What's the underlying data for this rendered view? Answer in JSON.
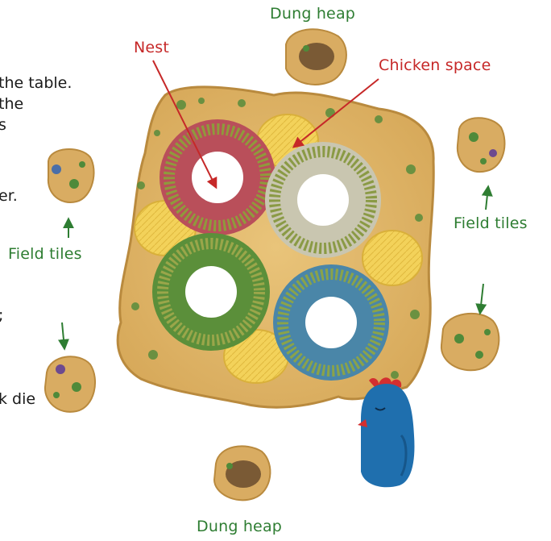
{
  "labels": {
    "dung_heap_top": "Dung heap",
    "nest": "Nest",
    "chicken_space": "Chicken space",
    "field_tiles_left": "Field tiles",
    "field_tiles_right": "Field tiles",
    "dung_heap_bottom": "Dung heap"
  },
  "left_text_fragments": [
    "the table.",
    "the",
    "s",
    "er.",
    ";",
    "k die"
  ],
  "colors": {
    "board": "#e2b867",
    "board_edge": "#b98a3e",
    "hay_space": "#f3d25a",
    "nest_red": "#b94f5a",
    "nest_white": "#c9c6b0",
    "nest_green": "#5b8f3a",
    "nest_blue": "#4a86a8",
    "label_green": "#2e7d32",
    "label_red": "#c62828",
    "chicken_body": "#1f6fae",
    "chicken_comb": "#d32f2f",
    "dung": "#7a5a35"
  }
}
